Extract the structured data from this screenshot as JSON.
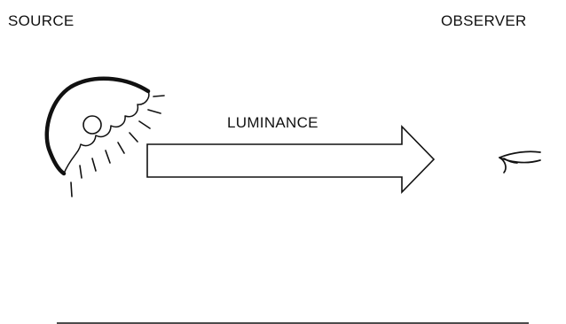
{
  "labels": {
    "source": "SOURCE",
    "observer": "OBSERVER",
    "luminance": "LUMINANCE"
  },
  "colors": {
    "ink": "#111111",
    "background": "#ffffff"
  },
  "icons": {
    "source": "lamp-icon",
    "observer": "eye-icon",
    "flow": "right-arrow"
  }
}
